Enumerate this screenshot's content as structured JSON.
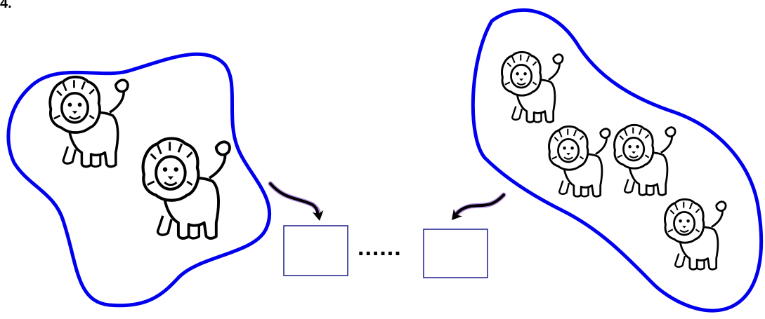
{
  "question_number": "4.",
  "separator": "......",
  "colors": {
    "region_outline": "#0000ee",
    "box_outline": "#1a1a8c",
    "arrow": "#000000",
    "arrow_shadow": "#b58adf"
  },
  "left_group": {
    "icon": "lion-icon",
    "count": 2,
    "answer_box_value": ""
  },
  "right_group": {
    "icon": "lion-icon",
    "count": 4,
    "answer_box_value": ""
  }
}
